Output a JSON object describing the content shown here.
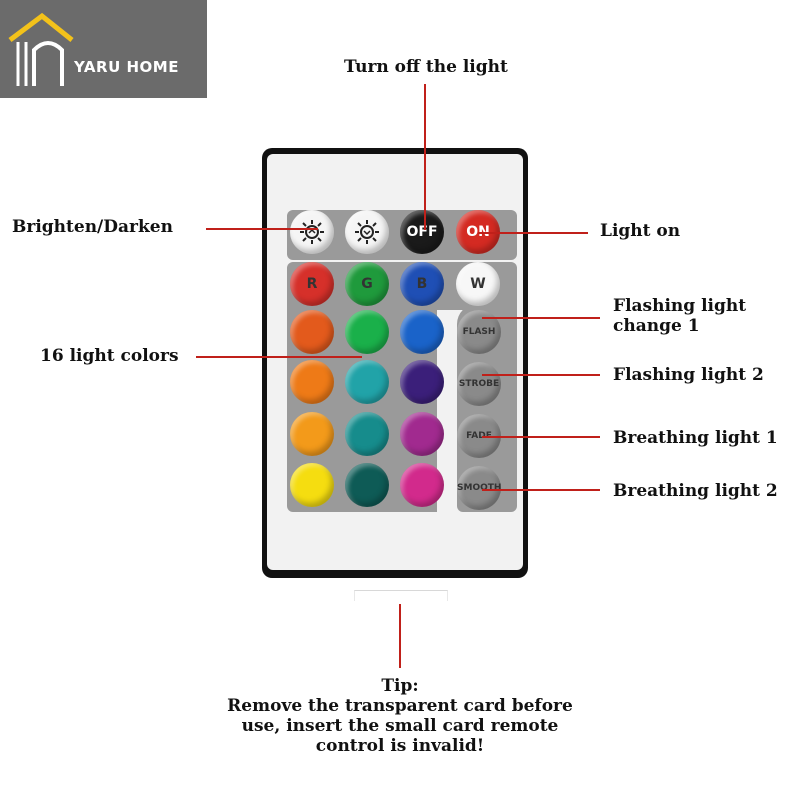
{
  "brand": {
    "name": "YARU HOME"
  },
  "labels": {
    "turn_off": "Turn off the light",
    "brighten_darken": "Brighten/Darken",
    "light_on": "Light on",
    "flash_line1": "Flashing light",
    "flash_line2": "change 1",
    "colors": "16 light colors",
    "flash2": "Flashing light 2",
    "breath1": "Breathing light 1",
    "breath2": "Breathing light 2"
  },
  "tip": {
    "title": "Tip:",
    "line1": "Remove the transparent card before",
    "line2": "use, insert the small card remote",
    "line3": "control is invalid!"
  },
  "remote": {
    "top_buttons": [
      {
        "label": "",
        "icon": "brightness-up-icon",
        "color": "#f5f5f5"
      },
      {
        "label": "",
        "icon": "brightness-down-icon",
        "color": "#f5f5f5"
      },
      {
        "label": "OFF",
        "color": "#1a1a1a",
        "text_color": "#ffffff"
      },
      {
        "label": "ON",
        "color": "#d42a22",
        "text_color": "#ffffff"
      }
    ],
    "rgbw_buttons": [
      {
        "label": "R",
        "color": "#d6302a"
      },
      {
        "label": "G",
        "color": "#1f9a3c"
      },
      {
        "label": "B",
        "color": "#1f4fb5"
      },
      {
        "label": "W",
        "color": "#f7f7f7"
      }
    ],
    "color_grid": [
      [
        "#e35a1c",
        "#1ab04a",
        "#1a63c9"
      ],
      [
        "#ee7a17",
        "#21a3a8",
        "#3b1f7a"
      ],
      [
        "#f39a1a",
        "#168c8c",
        "#a12a8f"
      ],
      [
        "#f5dd10",
        "#0e5b56",
        "#d22a8c"
      ]
    ],
    "mode_buttons": [
      {
        "label": "FLASH",
        "color": "#8a8a8a"
      },
      {
        "label": "STROBE",
        "color": "#8a8a8a"
      },
      {
        "label": "FADE",
        "color": "#8a8a8a"
      },
      {
        "label": "SMOOTH",
        "color": "#8a8a8a"
      }
    ]
  },
  "colors": {
    "pointer_line": "#c0201a"
  }
}
